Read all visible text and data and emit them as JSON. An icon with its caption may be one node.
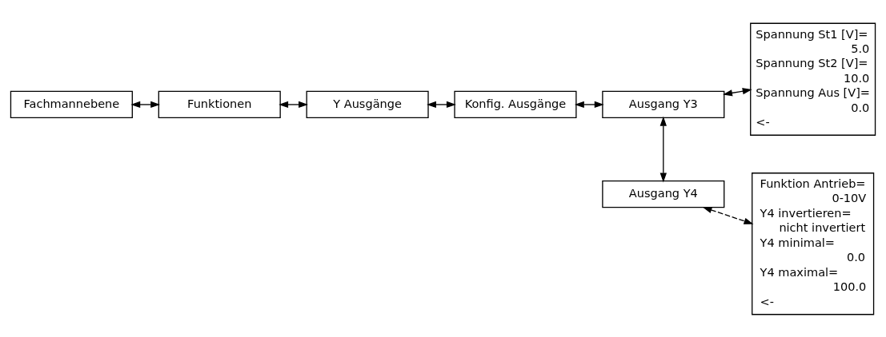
{
  "diagram": {
    "nodes": [
      {
        "text": [
          "Fachmannebene"
        ]
      },
      {
        "text": [
          "Funktionen"
        ]
      },
      {
        "text": [
          "Y Ausgänge"
        ]
      },
      {
        "text": [
          "Konfig. Ausgänge"
        ]
      },
      {
        "text": [
          "Ausgang Y3"
        ]
      },
      {
        "text": [
          "Spannung St1 [V]=",
          "5.0",
          "Spannung St2 [V]=",
          "10.0",
          "Spannung Aus [V]=",
          "0.0",
          "<-"
        ]
      },
      {
        "text": [
          "Ausgang Y4"
        ]
      },
      {
        "text": [
          "Funktion Antrieb=",
          "0-10V",
          "Y4 invertieren=",
          "nicht invertiert",
          "Y4 minimal=",
          "0.0",
          "Y4 maximal=",
          "100.0",
          "<-"
        ]
      }
    ],
    "edges": [
      {
        "from": 0,
        "to": 1,
        "arrow": "both"
      },
      {
        "from": 1,
        "to": 2,
        "arrow": "both"
      },
      {
        "from": 2,
        "to": 3,
        "arrow": "both"
      },
      {
        "from": 3,
        "to": 4,
        "arrow": "both"
      },
      {
        "from": 4,
        "to": 5,
        "arrow": "both"
      },
      {
        "from": 4,
        "to": 6,
        "arrow": "both"
      },
      {
        "from": 6,
        "to": 7,
        "arrow": "both",
        "style": "dashed"
      }
    ]
  }
}
